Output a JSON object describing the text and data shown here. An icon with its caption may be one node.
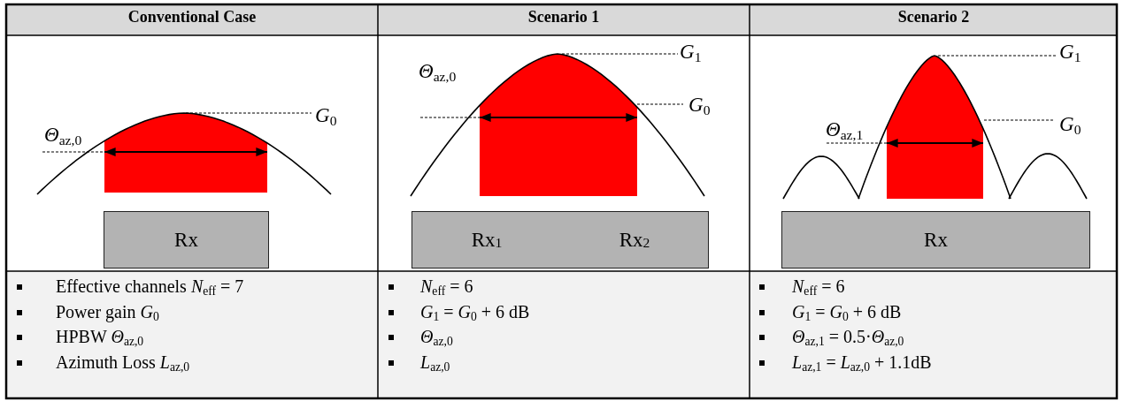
{
  "diagram": {
    "nodes": [
      {
        "text": [
          "Rx"
        ]
      },
      {
        "text": [
          "Rx$_{1}$"
        ]
      },
      {
        "text": [
          "Rx$_{2}$"
        ]
      },
      {
        "text": [
          "Rx"
        ]
      }
    ],
    "labels": [
      "Conventional Case",
      "Scenario 1",
      "Scenario 2",
      "*G*$_{0}$",
      "*Θ*$_{az,0}$",
      "*G*$_{1}$",
      "*Θ*$_{az,0}$",
      "*G*$_{0}$",
      "*G*$_{1}$",
      "*G*$_{0}$",
      "*Θ*$_{az,1}$",
      "Effective channels *N*$_{eff}$ = 7",
      "Power gain *G*$_{0}$",
      "HPBW *Θ*$_{az,0}$",
      "Azimuth Loss *L*$_{az,0}$",
      "*N*$_{eff}$ = 6",
      "*G*$_{1}$ = *G*$_{0}$ + 6 dB",
      "*Θ*$_{az,0}$",
      "*L*$_{az,0}$",
      "*N*$_{eff}$ = 6",
      "*G*$_{1}$ = *G*$_{0}$ + 6 dB",
      "*Θ*$_{az,1}$ = 0.5·*Θ*$_{az,0}$",
      "*L*$_{az,1}$ = *L*$_{az,0}$ + 1.1dB"
    ]
  }
}
